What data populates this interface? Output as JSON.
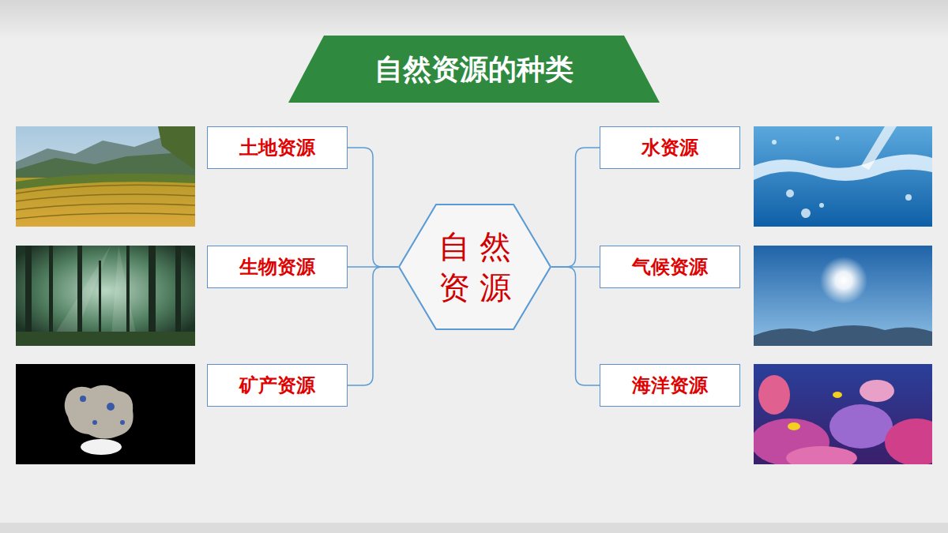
{
  "diagram": {
    "title": "自然资源的种类",
    "nodes": [
      {
        "text": [
          "土地资源"
        ]
      },
      {
        "text": [
          "水资源"
        ]
      },
      {
        "text": [
          "生物资源"
        ]
      },
      {
        "text": [
          "自然资源"
        ]
      },
      {
        "text": [
          "气候资源"
        ]
      },
      {
        "text": [
          "矿产资源"
        ]
      },
      {
        "text": [
          "海洋资源"
        ]
      }
    ],
    "edges": [
      {
        "from": 3,
        "to": 0,
        "arrow": "none"
      },
      {
        "from": 3,
        "to": 2,
        "arrow": "none"
      },
      {
        "from": 3,
        "to": 5,
        "arrow": "none"
      },
      {
        "from": 3,
        "to": 1,
        "arrow": "none"
      },
      {
        "from": 3,
        "to": 4,
        "arrow": "none"
      },
      {
        "from": 3,
        "to": 6,
        "arrow": "none"
      }
    ]
  }
}
